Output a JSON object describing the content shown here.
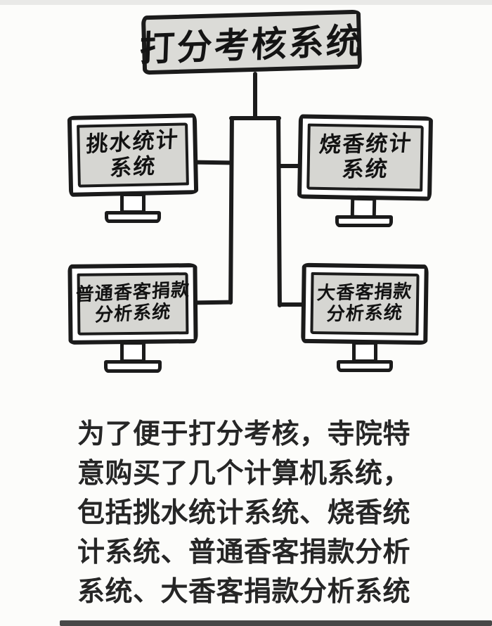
{
  "title": {
    "label": "打分考核系统"
  },
  "nodes": [
    {
      "name": "water-stats",
      "line1": "挑水统计",
      "line2": "系统"
    },
    {
      "name": "incense-stats",
      "line1": "烧香统计",
      "line2": "系统"
    },
    {
      "name": "ordinary-donor-analysis",
      "line1": "普通香客捐款",
      "line2": "分析系统"
    },
    {
      "name": "vip-donor-analysis",
      "line1": "大香客捐款",
      "line2": "分析系统"
    }
  ],
  "caption": {
    "lines": [
      "为了便于打分考核，寺院特",
      "意购买了几个计算机系统，",
      "包括挑水统计系统、烧香统",
      "计系统、普通香客捐款分析",
      "系统、大香客捐款分析系统"
    ]
  },
  "colors": {
    "ink": "#1b1b1b",
    "panel_fill": "#dbdbd7",
    "screen_fill": "#d6d6d2",
    "background": "#fcfcfa",
    "top_strip": "#e9e9e7",
    "bottom_bar": "#474747",
    "caption_text": "#262626"
  }
}
